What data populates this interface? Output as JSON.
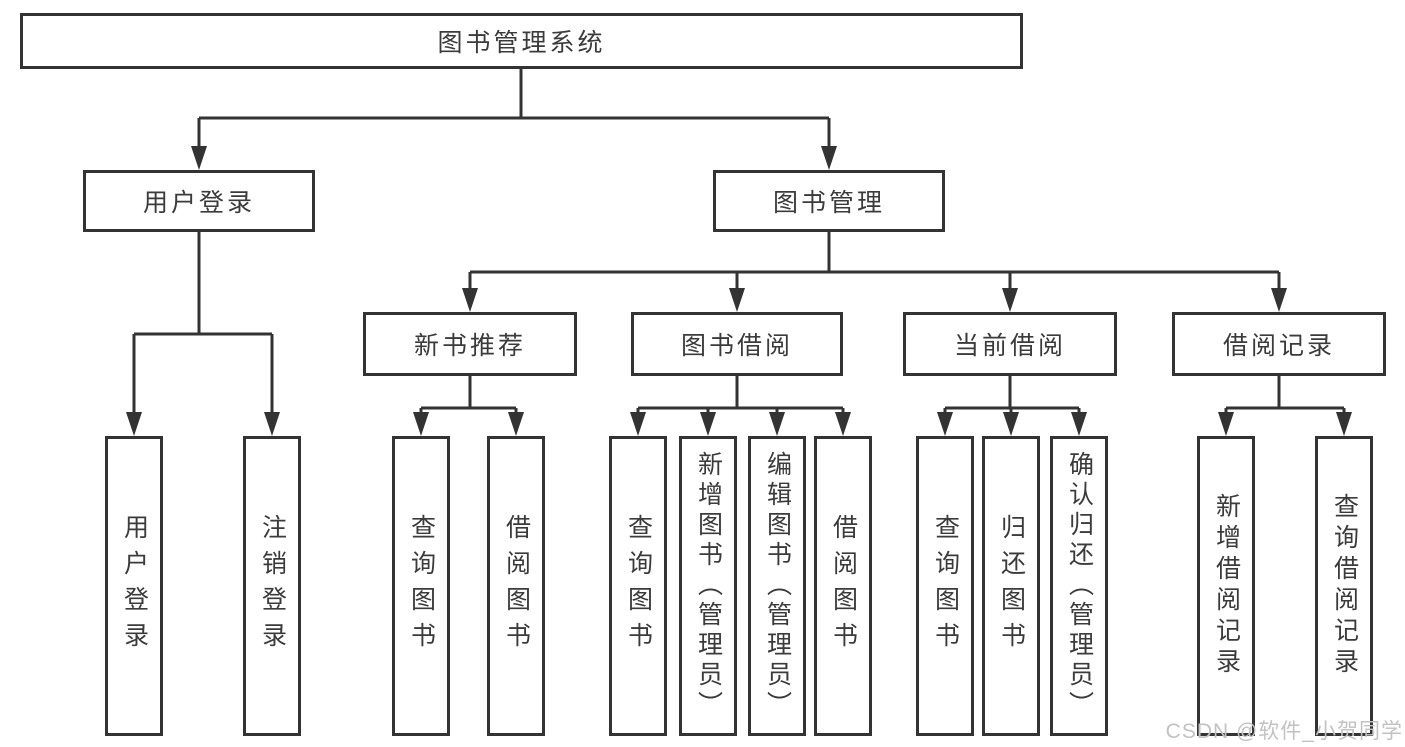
{
  "diagram": {
    "root": {
      "label": "图书管理系统"
    },
    "branches": [
      {
        "label": "用户登录",
        "children": [
          {
            "label": "用户登录"
          },
          {
            "label": "注销登录"
          }
        ]
      },
      {
        "label": "图书管理",
        "groups": [
          {
            "label": "新书推荐",
            "children": [
              {
                "label": "查询图书"
              },
              {
                "label": "借阅图书"
              }
            ]
          },
          {
            "label": "图书借阅",
            "children": [
              {
                "label": "查询图书"
              },
              {
                "label": "新增图书（管理员）"
              },
              {
                "label": "编辑图书（管理员）"
              },
              {
                "label": "借阅图书"
              }
            ]
          },
          {
            "label": "当前借阅",
            "children": [
              {
                "label": "查询图书"
              },
              {
                "label": "归还图书"
              },
              {
                "label": "确认归还（管理员）"
              }
            ]
          },
          {
            "label": "借阅记录",
            "children": [
              {
                "label": "新增借阅记录"
              },
              {
                "label": "查询借阅记录"
              }
            ]
          }
        ]
      }
    ]
  },
  "watermark": {
    "text": "CSDN @软件_小贺同学"
  },
  "colors": {
    "line": "#333333",
    "text": "#3b3b3b",
    "watermark": "#c2c2c2",
    "background": "#ffffff"
  }
}
